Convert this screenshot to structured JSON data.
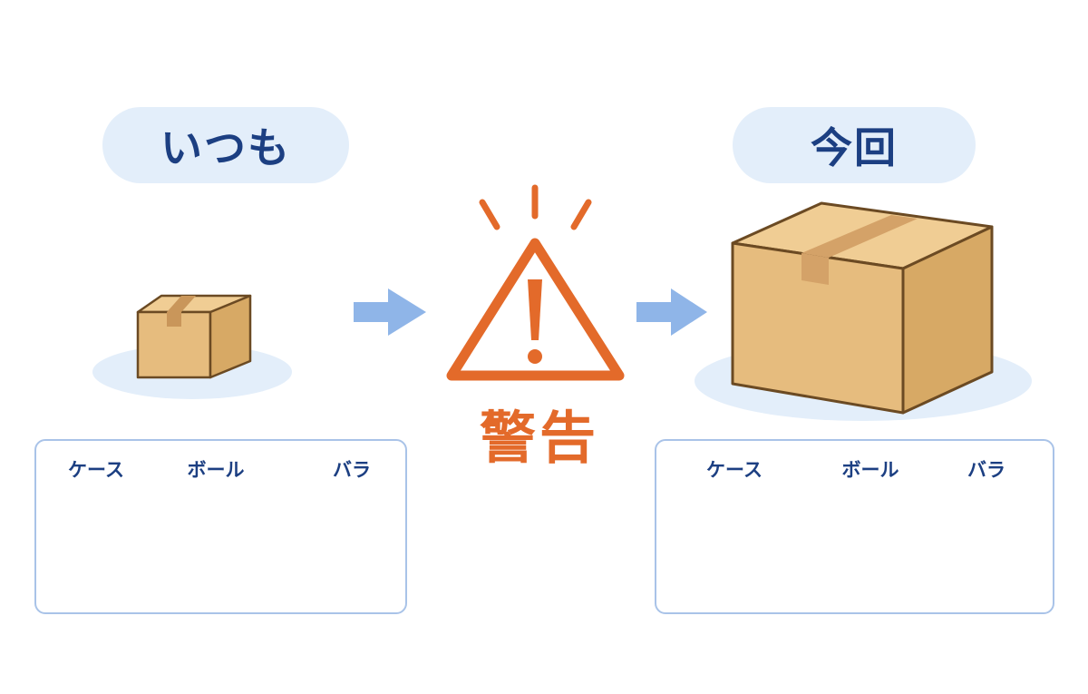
{
  "labels": {
    "usual": "いつも",
    "this_time": "今回",
    "warning": "警告"
  },
  "units": {
    "case": "ケース",
    "ball": "ボール",
    "loose": "バラ"
  },
  "colors": {
    "title_text": "#1c3f82",
    "pill_bg": "#e3eefa",
    "panel_border": "#a9c3e8",
    "arrow": "#8fb5e8",
    "warning": "#e36a2a",
    "cardboard": "#e6bc7e"
  },
  "icons": {
    "warning": "warning-triangle-icon",
    "arrow": "arrow-right-icon"
  }
}
